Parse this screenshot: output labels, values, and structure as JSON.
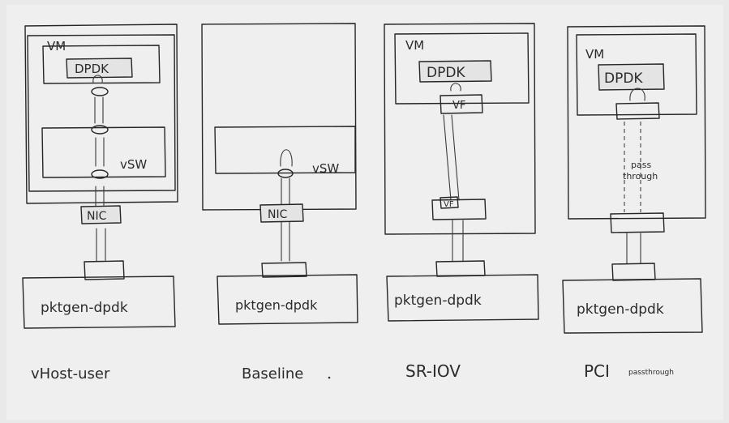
{
  "panels": {
    "vhost": {
      "caption": "vHost-user",
      "vm_label": "VM",
      "dpdk_label": "DPDK",
      "vsw_label": "vSW",
      "nic_label": "NIC",
      "pktgen_label": "pktgen-dpdk"
    },
    "baseline": {
      "caption": "Baseline",
      "vsw_label": "vSW",
      "nic_label": "NIC",
      "pktgen_label": "pktgen-dpdk"
    },
    "sriov": {
      "caption": "SR-IOV",
      "vm_label": "VM",
      "dpdk_label": "DPDK",
      "vf_top_label": "VF",
      "vf_bottom_label": "VF",
      "pktgen_label": "pktgen-dpdk"
    },
    "pci": {
      "caption": "PCI",
      "caption_suffix": "passthrough",
      "vm_label": "VM",
      "dpdk_label": "DPDK",
      "passthrough_label_line1": "pass",
      "passthrough_label_line2": "through",
      "pktgen_label": "pktgen-dpdk"
    }
  }
}
